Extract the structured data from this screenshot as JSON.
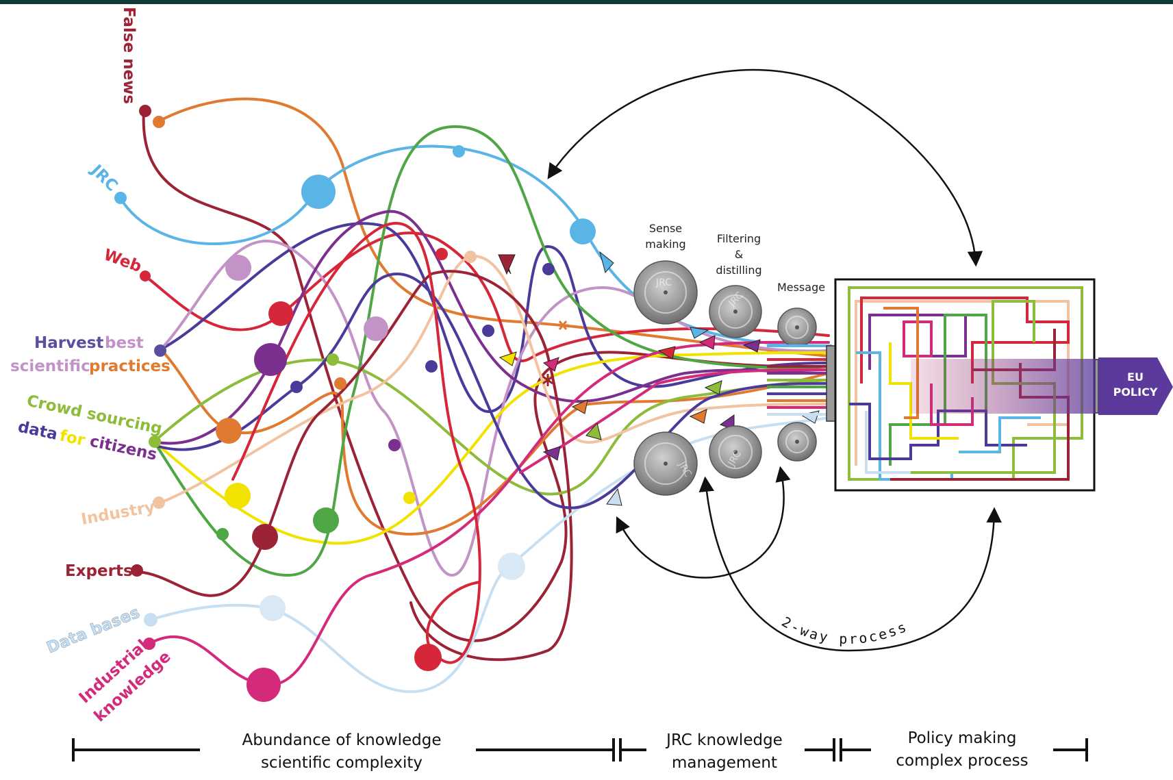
{
  "sources": {
    "false_news": "False news",
    "jrc": "JRC",
    "web": "Web",
    "harvest_1": "Harvest",
    "harvest_2": "best",
    "harvest_3": "scientific",
    "harvest_4": "practices",
    "crowd_1": "Crowd sourcing",
    "crowd_2": "data",
    "crowd_3": "for",
    "crowd_4": "citizens",
    "industry": "Industry",
    "experts": "Experts",
    "databases": "Data bases",
    "industrial_1": "Industrial",
    "industrial_2": "knowledge"
  },
  "stages": {
    "sense_1": "Sense",
    "sense_2": "making",
    "filter_1": "Filtering",
    "filter_2": "&",
    "filter_3": "distilling",
    "message": "Message",
    "jrc_mark": "JRC"
  },
  "output": {
    "eu": "EU",
    "policy": "POLICY"
  },
  "process_label": "2-way process",
  "bottom": {
    "abundance_1": "Abundance of knowledge",
    "abundance_2": "scientific complexity",
    "jrc_1": "JRC knowledge",
    "jrc_2": "management",
    "policy_1": "Policy making",
    "policy_2": "complex process"
  },
  "colors": {
    "false_news": "#9b2335",
    "jrc": "#5ab4e5",
    "web": "#d6263a",
    "harvest": "#5a4f9e",
    "best": "#c392c6",
    "scientific": "#c392c6",
    "practices": "#e07a30",
    "crowd": "#8dbb3a",
    "citizens": "#7b2f8e",
    "industry": "#f2c3a0",
    "experts": "#9b2335",
    "databases": "#c7dff0",
    "industrial": "#d42a7a",
    "yellow": "#f2e200",
    "green": "#4fa644",
    "navy": "#4b3a9a",
    "eu_box": "#5b3a9c"
  }
}
